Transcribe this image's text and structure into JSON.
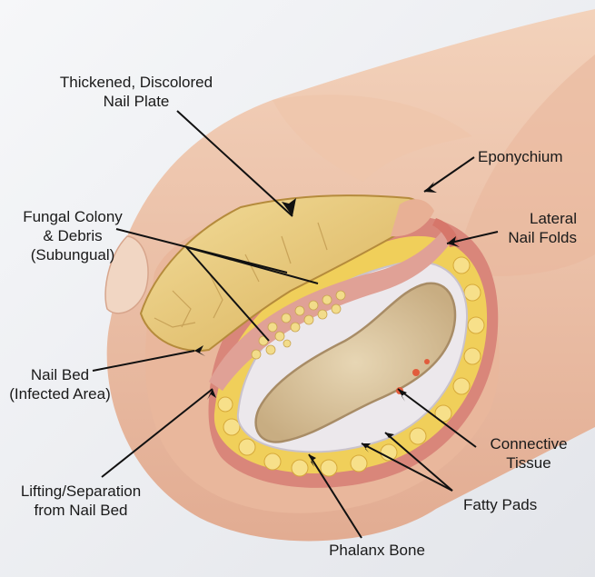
{
  "labels": {
    "nail_plate": [
      "Thickened, Discolored",
      "Nail Plate"
    ],
    "fungal": [
      "Fungal Colony",
      "& Debris",
      "(Subungual)"
    ],
    "eponychium": [
      "Eponychium"
    ],
    "lateral": [
      "Lateral",
      "Nail Folds"
    ],
    "nail_bed": [
      "Nail Bed",
      "(Infected Area)"
    ],
    "connective": [
      "Connective",
      "Tissue"
    ],
    "lifting": [
      "Lifting/Separation",
      "from Nail Bed"
    ],
    "fatty": [
      "Fatty Pads"
    ],
    "phalanx": [
      "Phalanx Bone"
    ]
  },
  "colors": {
    "background": "#eceef2",
    "skin": "#ecc4a8",
    "nail": "#e6c97e",
    "fat": "#f0cf5a",
    "bone": "#d9c4a0",
    "connective": "#ece8ec",
    "dermis": "#d9867a",
    "line": "#111111"
  }
}
